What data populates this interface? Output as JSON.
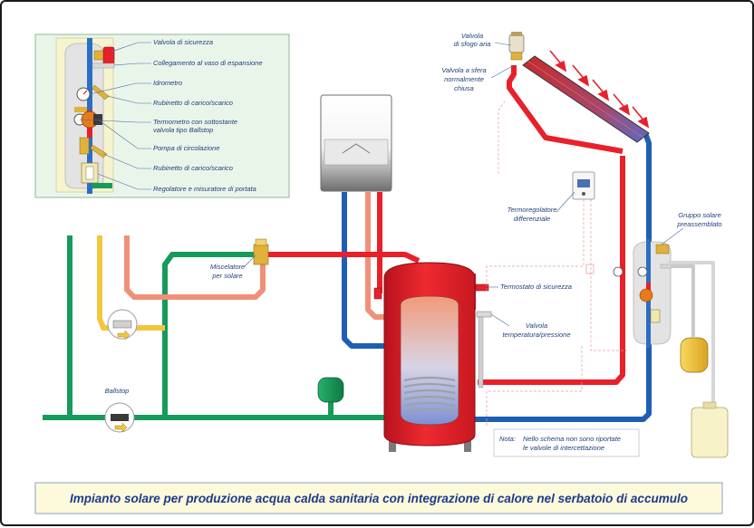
{
  "caption": "Impianto solare per produzione acqua calda sanitaria con integrazione di calore nel serbatoio di accumulo",
  "inset_labels": [
    "Valvola di sicurezza",
    "Collegamento al vaso di espansione",
    "Idrometro",
    "Rubinetto di carico/scarico",
    "Termometro con sottostante",
    "valvola tipo Ballstop",
    "Pompa di circolazione",
    "Rubinetto di carico/scarico",
    "Regolatore e misuratore di portata"
  ],
  "labels": {
    "valvola_sfogo_1": "Valvola",
    "valvola_sfogo_2": "di sfogo aria",
    "valvola_sfera_1": "Valvola a sfera",
    "valvola_sfera_2": "normalmente",
    "valvola_sfera_3": "chiusa",
    "termoregolatore_1": "Termoregolatore",
    "termoregolatore_2": "differenziale",
    "gruppo_solare_1": "Gruppo solare",
    "gruppo_solare_2": "preassemblato",
    "miscelatore_1": "Miscelatore",
    "miscelatore_2": "per solare",
    "termostato": "Termostato di sicurezza",
    "valvola_tp_1": "Valvola",
    "valvola_tp_2": "temperatura/pressione",
    "ballstop": "Ballstop",
    "nota_1": "Nota:",
    "nota_2": "Nello schema non sono riportate",
    "nota_3": "le valvole di intercettazione"
  },
  "colors": {
    "hot": "#e8202a",
    "cold": "#1e5fb4",
    "mixed": "#f0907a",
    "green": "#179a5a",
    "yellow": "#f3c63c",
    "insulation": "#dcdcdc",
    "inset_bg": "#eaf5ea",
    "caption_bg": "#fdfadc"
  }
}
